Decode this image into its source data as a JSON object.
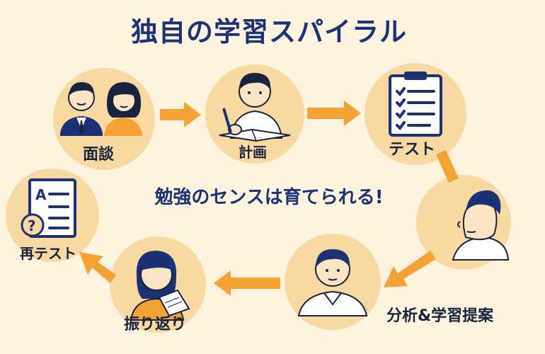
{
  "title": "独自の学習スパイラル",
  "tagline": "勉強のセンスは育てられる!",
  "steps": {
    "interview": "面談",
    "plan": "計画",
    "test": "テスト",
    "analysis": "分析&学習提案",
    "review": "振り返り",
    "retest": "再テスト"
  },
  "retest_sheet": {
    "letter": "A",
    "question_mark": "?"
  },
  "colors": {
    "navy": "#1c3276",
    "circle": "#f9d9a2",
    "arrow": "#f3a233",
    "background": "#fdf3df"
  },
  "icons": [
    "parents-icon",
    "student-writing-icon",
    "clipboard-checklist-icon",
    "thinking-teacher-icon",
    "advisor-icon",
    "reading-student-icon",
    "answer-sheet-icon"
  ]
}
